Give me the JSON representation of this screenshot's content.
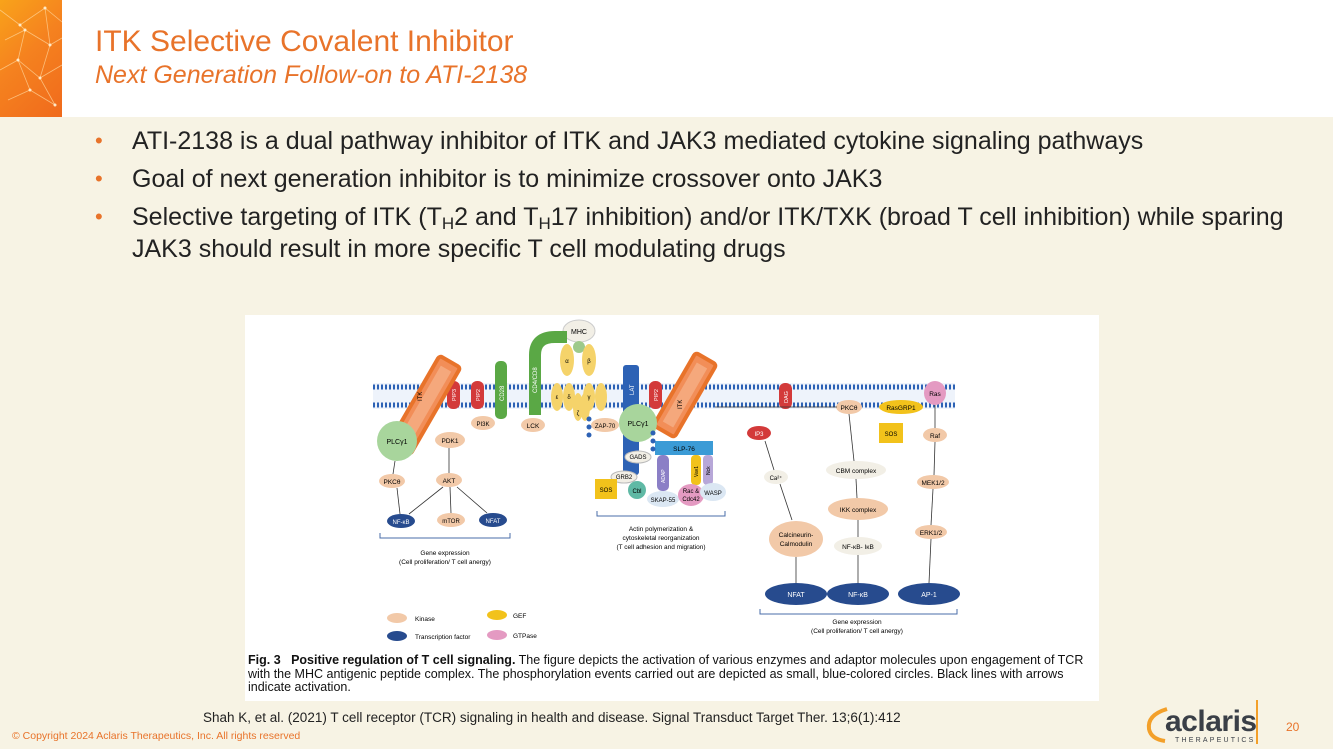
{
  "header": {
    "title": "ITK Selective Covalent Inhibitor",
    "subtitle": "Next Generation Follow-on to ATI-2138"
  },
  "bullets": {
    "b1": "ATI-2138 is a dual pathway inhibitor of ITK and JAK3 mediated cytokine signaling pathways",
    "b2": "Goal of next generation inhibitor is to minimize crossover onto JAK3",
    "b3_part1": "Selective targeting of ITK (T",
    "b3_sub1": "H",
    "b3_part2": "2 and T",
    "b3_sub2": "H",
    "b3_part3": "17 inhibition) and/or ITK/TXK (broad T cell inhibition) while sparing JAK3 should result in more specific T cell modulating drugs"
  },
  "figure": {
    "labels": {
      "mhc": "MHC",
      "itk": "ITK",
      "pip3": "PIP3",
      "pip2": "PIP2",
      "cd28": "CD28",
      "cd4cd8": "CD4/CD8",
      "lat": "LAT",
      "dag": "DAG",
      "ras": "Ras",
      "plcg1": "PLCγ1",
      "pdk1": "PDK1",
      "pi3k": "PI3K",
      "lck": "LCK",
      "zap70": "ZAP-70",
      "gads": "GADS",
      "slp76": "SLP-76",
      "ip3": "IP3",
      "pkctheta": "PKCθ",
      "rasgrp1": "RasGRP1",
      "sos": "SOS",
      "raf": "Raf",
      "akt": "AKT",
      "grb2": "GRB2",
      "adap": "ADAP",
      "vav1": "Vav1",
      "nck": "Nck",
      "cbl": "Cbl",
      "skap55": "SKAP-55",
      "rac": "Rac &",
      "cdc42": "Cdc42",
      "wasp": "WASP",
      "ca": "Ca²⁺",
      "cbm": "CBM complex",
      "mek": "MEK1/2",
      "ikk": "IKK complex",
      "erk": "ERK1/2",
      "calcineurin": "Calcineurin-",
      "calmodulin": "Calmodulin",
      "nfkb_ikb": "NF-κB- IκB",
      "nfkb": "NF-κB",
      "mtor": "mTOR",
      "nfat": "NFAT",
      "ap1": "AP-1",
      "alpha": "α",
      "beta": "β",
      "epsilon": "ε",
      "delta": "δ",
      "gamma": "γ",
      "zeta": "ζ",
      "gene_left_1": "Gene expression",
      "gene_left_2": "(Cell proliferation/ T cell anergy)",
      "actin_1": "Actin polymerization &",
      "actin_2": "cytoskeletal reorganization",
      "actin_3": "(T cell adhesion and migration)",
      "gene_right_1": "Gene expression",
      "gene_right_2": "(Cell proliferation/ T cell anergy)"
    },
    "legend": {
      "kinase": "Kinase",
      "gef": "GEF",
      "tf": "Transcription factor",
      "gtpase": "GTPase"
    },
    "caption": {
      "fig_label": "Fig. 3",
      "bold": "Positive regulation of T cell signaling.",
      "text": "The figure depicts the activation of various enzymes and adaptor molecules upon engagement of TCR with the MHC antigenic peptide complex. The phosphorylation events carried out are depicted as small, blue-colored circles. Black lines with arrows indicate activation."
    },
    "colors": {
      "kinase": "#f2c9a8",
      "gef": "#f2c21b",
      "tf": "#274b8e",
      "gtpase": "#e49ac2",
      "highlight": "#e8732a",
      "membrane": "#2d62b5"
    }
  },
  "citation": "Shah K, et al. (2021) T cell receptor (TCR) signaling in health and disease. Signal Transduct Target Ther. 13;6(1):412",
  "footer": {
    "copyright": "© Copyright 2024 Aclaris Therapeutics, Inc. All rights reserved",
    "logo_word": "aclaris",
    "logo_sub": "THERAPEUTICS",
    "page_number": "20"
  }
}
